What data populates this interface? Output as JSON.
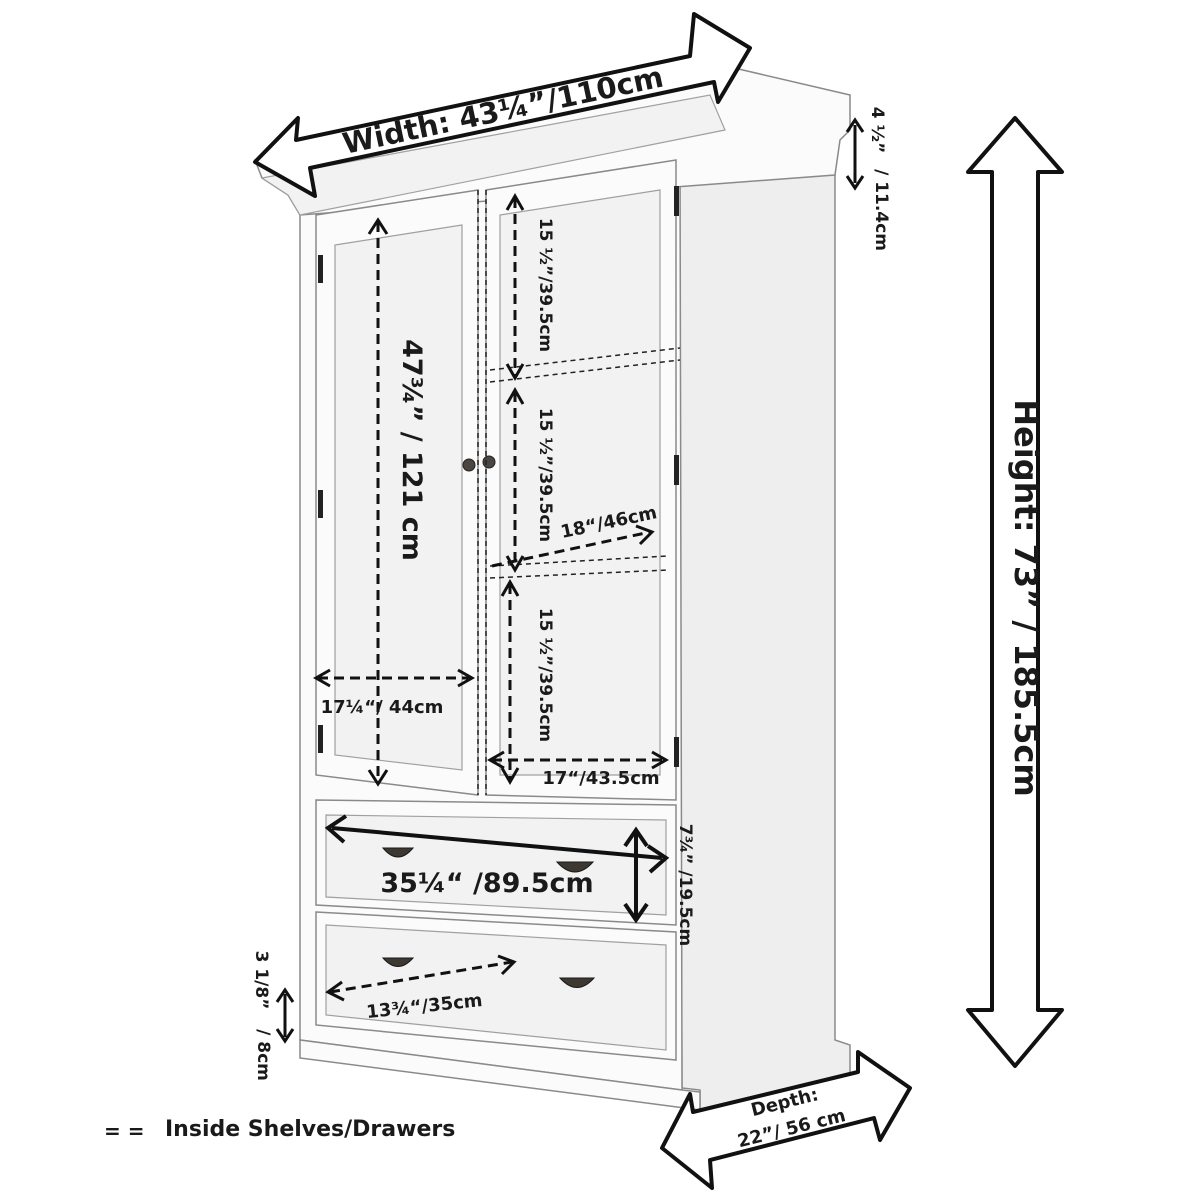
{
  "dimensions": {
    "width": "Width:  43¼”/110cm",
    "height": "Height: 73” / 185.5cm",
    "depth_line1": "Depth:",
    "depth_line2": "22”/ 56 cm",
    "crown_line1": "4 ½”",
    "crown_line2": "/ 11.4cm",
    "door_height": "47¾” / 121 cm",
    "shelf_1": "15 ½”/39.5cm",
    "shelf_2": "15 ½”/39.5cm",
    "shelf_3": "15 ½”/39.5cm",
    "shelf_depth": "18“/46cm",
    "left_inner_width": "17¼“/ 44cm",
    "right_inner_width": "17“/43.5cm",
    "drawer_width": "35¼“ /89.5cm",
    "drawer_height": "7¾” /19.5cm",
    "inner_drawer_width": "13¾“/35cm",
    "plinth_line1": "3 1/8”",
    "plinth_line2": "/ 8cm"
  },
  "legend": {
    "symbol": "= =",
    "text": "Inside Shelves/Drawers"
  },
  "colors": {
    "cabinet": "#fbfbfb",
    "outline": "#111111",
    "hardware": "#3d3832"
  }
}
